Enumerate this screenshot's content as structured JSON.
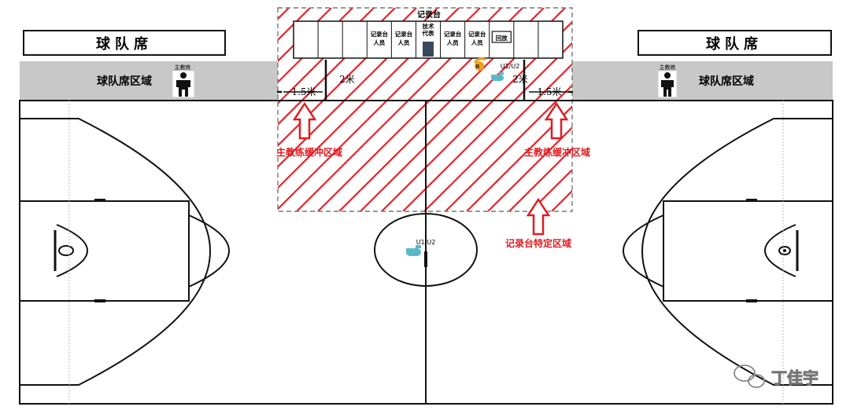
{
  "bench_left": {
    "sign": "球队席",
    "area_label": "球队席区域",
    "coach_label": "主教练"
  },
  "bench_right": {
    "sign": "球队席",
    "area_label": "球队席区域",
    "coach_label": "主教练"
  },
  "scorer_table": {
    "title": "记录台",
    "cells": [
      {
        "line1": "",
        "line2": ""
      },
      {
        "line1": "",
        "line2": ""
      },
      {
        "line1": "",
        "line2": ""
      },
      {
        "line1": "记录台",
        "line2": "人员"
      },
      {
        "line1": "记录台",
        "line2": "人员"
      },
      {
        "line1": "技术",
        "line2": "代表"
      },
      {
        "line1": "记录台",
        "line2": "人员"
      },
      {
        "line1": "记录台",
        "line2": "人员"
      },
      {
        "line1": "回放",
        "line2": ""
      },
      {
        "line1": "",
        "line2": ""
      },
      {
        "line1": "",
        "line2": ""
      }
    ]
  },
  "measurements": {
    "left_width": "1.5米",
    "left_depth": "2米",
    "right_width": "1.5米",
    "right_depth": "2米"
  },
  "referees": {
    "top": "U1/U2",
    "top_badge": "R",
    "center": "U1/U2"
  },
  "annotations": {
    "left_buffer": "主教练缓冲区域",
    "right_buffer": "主教练缓冲区域",
    "table_zone": "记录台特定区域"
  },
  "watermark": "丁佳宇",
  "colors": {
    "hatch": "#e8232a",
    "label_red": "#e01c22",
    "bench_band": "#c8c8c8",
    "court_line": "#111111",
    "whistle": "#5ab9c9",
    "badge": "#f0a21a"
  }
}
